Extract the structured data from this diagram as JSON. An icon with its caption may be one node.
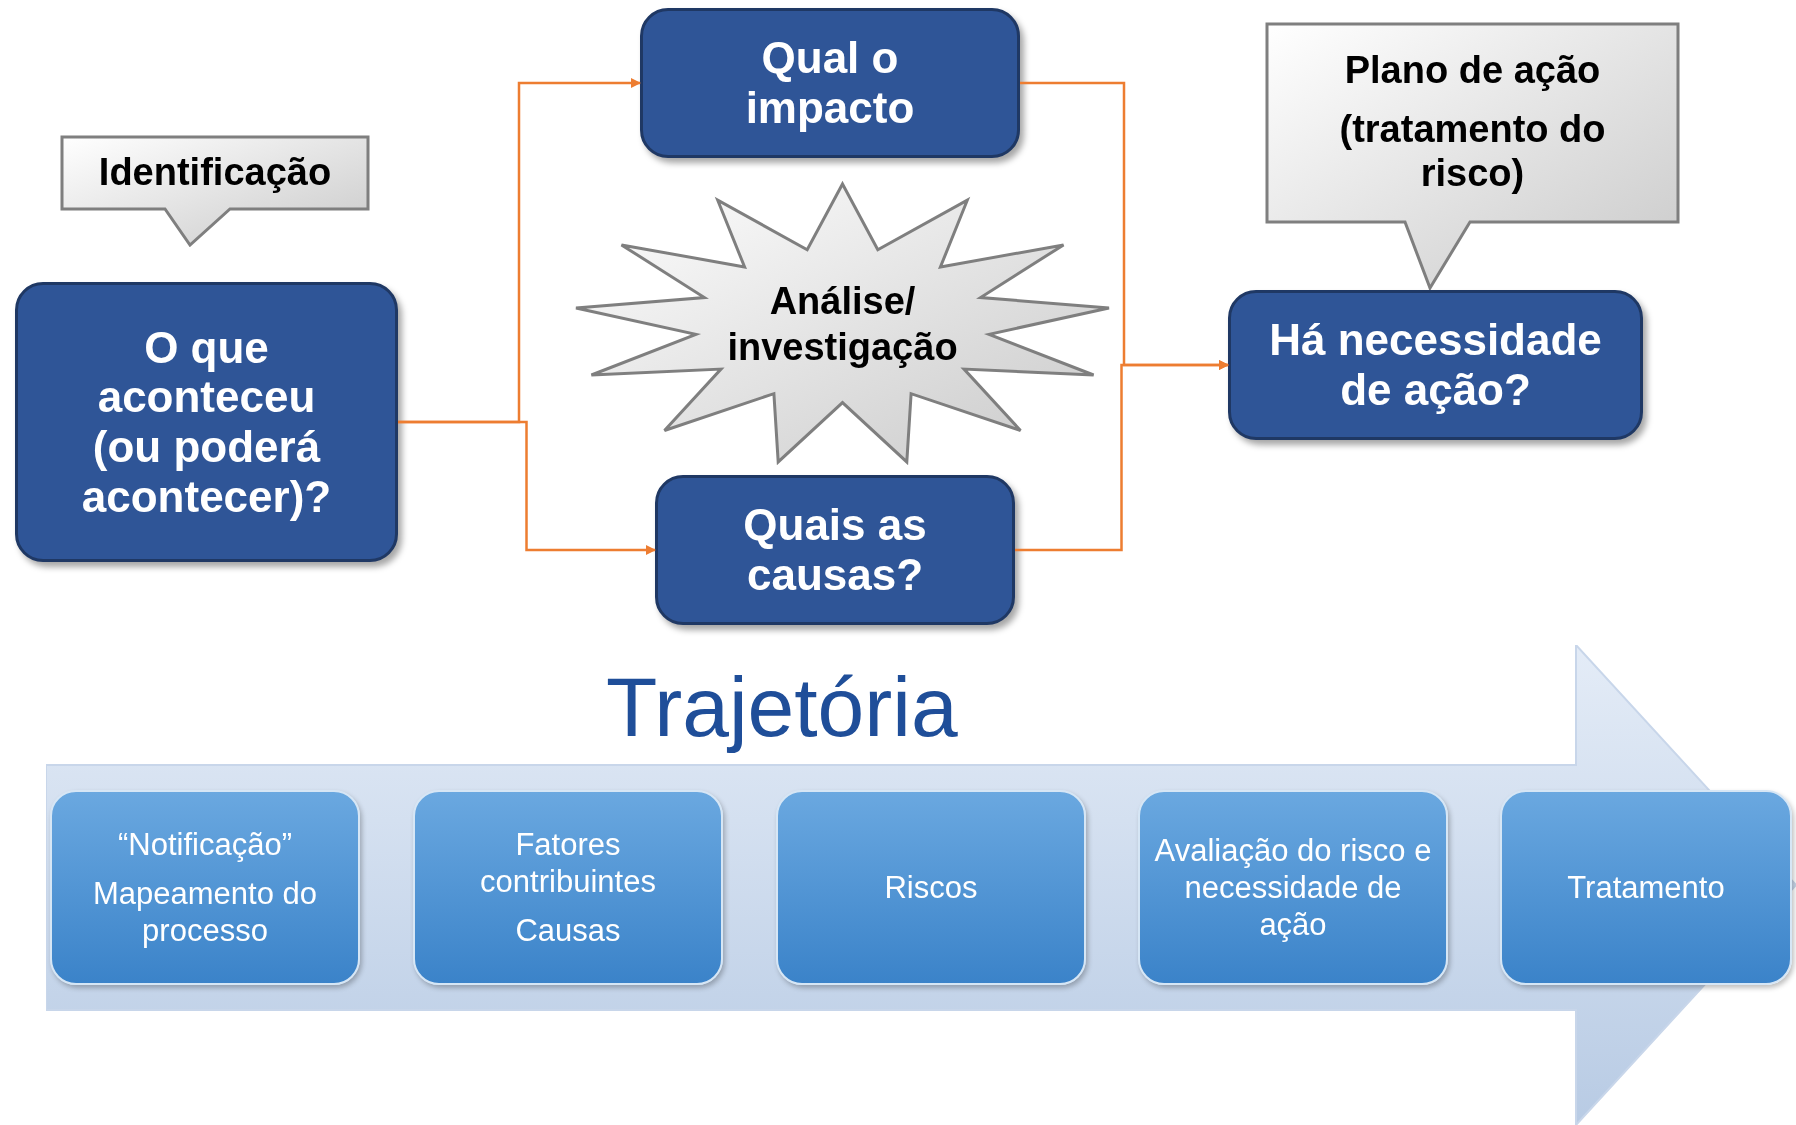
{
  "diagram": {
    "nodes": [
      {
        "text": [
          "Identificação"
        ]
      },
      {
        "text": [
          "O que aconteceu (ou poderá acontecer)?"
        ]
      },
      {
        "text": [
          "Qual o impacto"
        ]
      },
      {
        "text": [
          "Análise/ investigação"
        ]
      },
      {
        "text": [
          "Quais as causas?"
        ]
      },
      {
        "text": [
          "Plano de ação",
          "(tratamento do risco)"
        ]
      },
      {
        "text": [
          "Há necessidade de ação?"
        ]
      },
      {
        "text": [
          "Trajetória"
        ]
      },
      {
        "text": [
          "“Notificação”",
          "Mapeamento do processo"
        ],
        "in": 7
      },
      {
        "text": [
          "Fatores contribuintes",
          "Causas"
        ],
        "in": 7
      },
      {
        "text": [
          "Riscos"
        ],
        "in": 7
      },
      {
        "text": [
          "Avaliação do risco e necessidade de ação"
        ],
        "in": 7
      },
      {
        "text": [
          "Tratamento"
        ],
        "in": 7
      }
    ],
    "edges": [
      {
        "from": 1,
        "to": 2,
        "arrow": "to"
      },
      {
        "from": 1,
        "to": 4,
        "arrow": "to"
      },
      {
        "from": 2,
        "to": 6,
        "arrow": "to"
      },
      {
        "from": 4,
        "to": 6,
        "arrow": "to"
      }
    ]
  }
}
